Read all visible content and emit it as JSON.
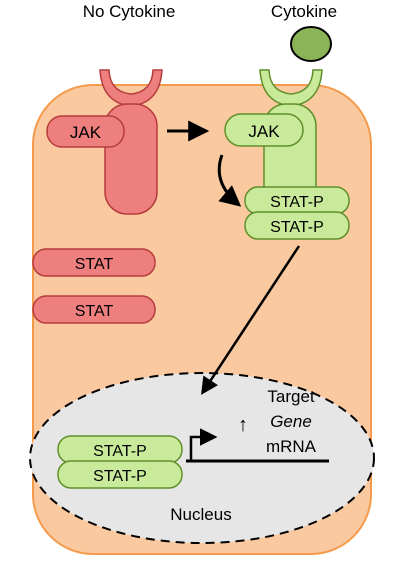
{
  "labels": {
    "no_cytokine": "No Cytokine",
    "cytokine": "Cytokine",
    "jak_left": "JAK",
    "jak_right": "JAK",
    "stat_p_top_1": "STAT-P",
    "stat_p_top_2": "STAT-P",
    "stat_1": "STAT",
    "stat_2": "STAT",
    "stat_p_nuc_1": "STAT-P",
    "stat_p_nuc_2": "STAT-P",
    "target_line1": "Target",
    "target_line2": "Gene",
    "target_line3": "mRNA",
    "up_arrow": "↑",
    "nucleus": "Nucleus"
  },
  "colors": {
    "cell_fill": "#fbc9a0",
    "cell_stroke": "#f59a4b",
    "red_fill": "#ed7f7f",
    "red_stroke": "#b63c3c",
    "green_fill": "#c9ea9a",
    "green_stroke": "#5f8f2a",
    "ligand_fill": "#8bb358",
    "nucleus_fill": "#e6e6e6"
  }
}
